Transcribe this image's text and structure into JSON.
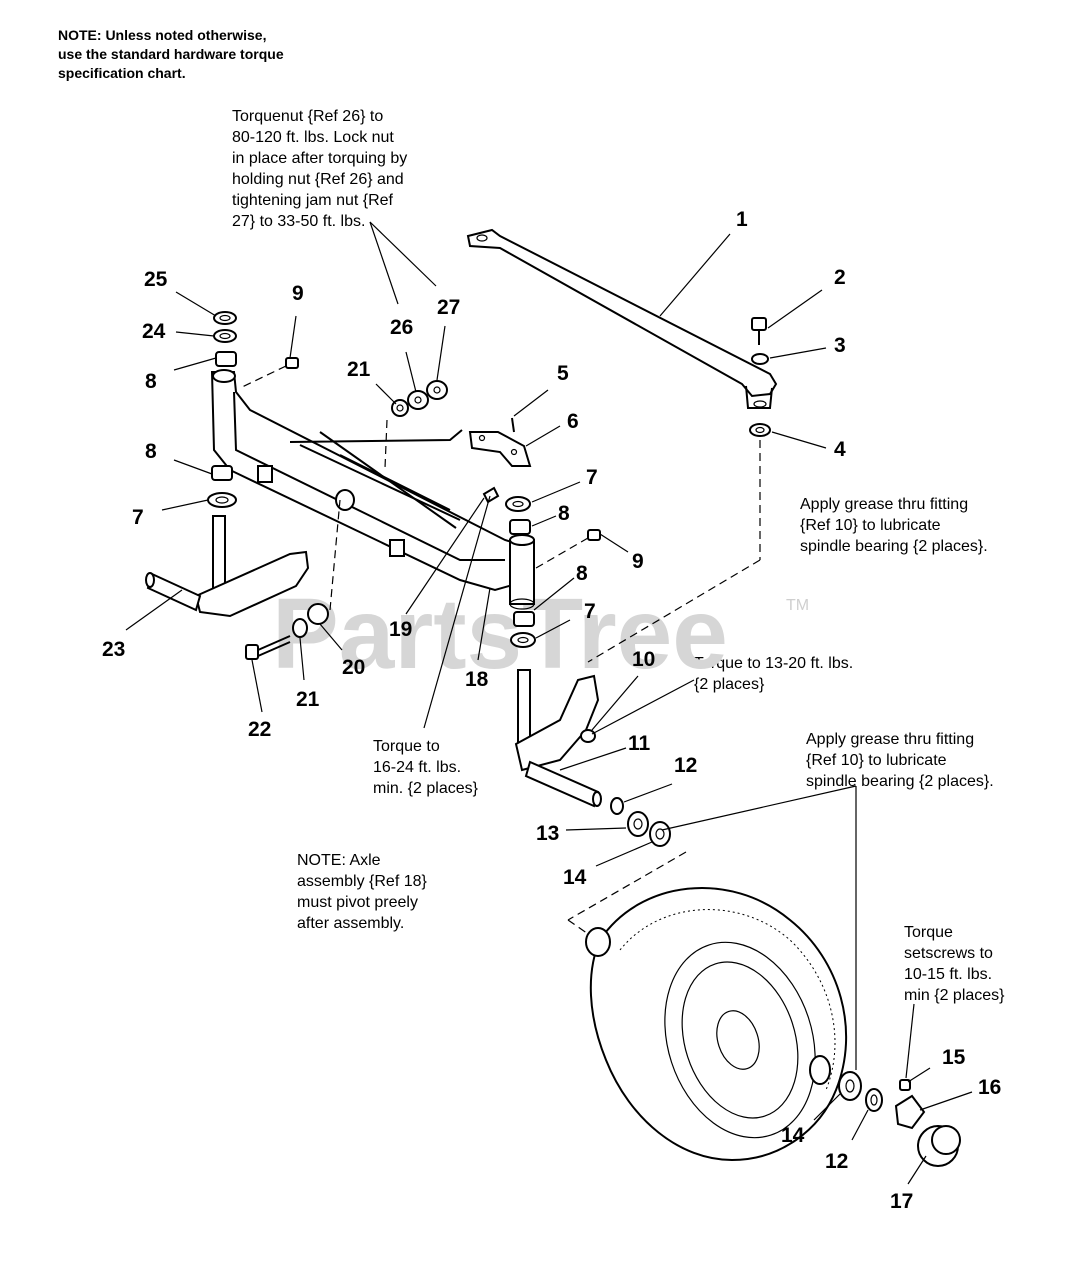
{
  "notes": {
    "hardware_note": "NOTE: Unless noted otherwise,\nuse the standard hardware torque\nspecification chart.",
    "torquenut_note": "Torquenut {Ref 26} to\n80-120 ft. lbs.  Lock nut\nin place after torquing by\nholding nut {Ref 26} and\ntightening jam nut {Ref\n27} to 33-50 ft. lbs.",
    "grease_note_1": "Apply grease thru fitting\n{Ref 10} to lubricate\nspindle bearing {2 places}.",
    "torque_13_20_note": "Torque to 13-20 ft. lbs.\n{2 places}",
    "torque_16_24_note": "Torque to\n16-24 ft. lbs.\nmin. {2 places}",
    "grease_note_2": "Apply grease thru fitting\n{Ref 10} to lubricate\nspindle bearing {2 places}.",
    "axle_note": "NOTE: Axle\nassembly {Ref 18}\nmust pivot preely\nafter assembly.",
    "setscrew_note": "Torque\nsetscrews to\n10-15 ft. lbs.\nmin {2 places}"
  },
  "watermark": {
    "text": "PartsTree",
    "tm": "TM"
  },
  "part_labels": {
    "p1": "1",
    "p2": "2",
    "p3": "3",
    "p4": "4",
    "p5": "5",
    "p6": "6",
    "p7a": "7",
    "p7b": "7",
    "p7c": "7",
    "p8a": "8",
    "p8b": "8",
    "p8c": "8",
    "p8d": "8",
    "p9a": "9",
    "p9b": "9",
    "p10": "10",
    "p11": "11",
    "p12a": "12",
    "p12b": "12",
    "p13": "13",
    "p14a": "14",
    "p14b": "14",
    "p15": "15",
    "p16": "16",
    "p17": "17",
    "p18": "18",
    "p19": "19",
    "p20": "20",
    "p21a": "21",
    "p21b": "21",
    "p22": "22",
    "p23": "23",
    "p24": "24",
    "p25": "25",
    "p26": "26",
    "p27": "27"
  }
}
